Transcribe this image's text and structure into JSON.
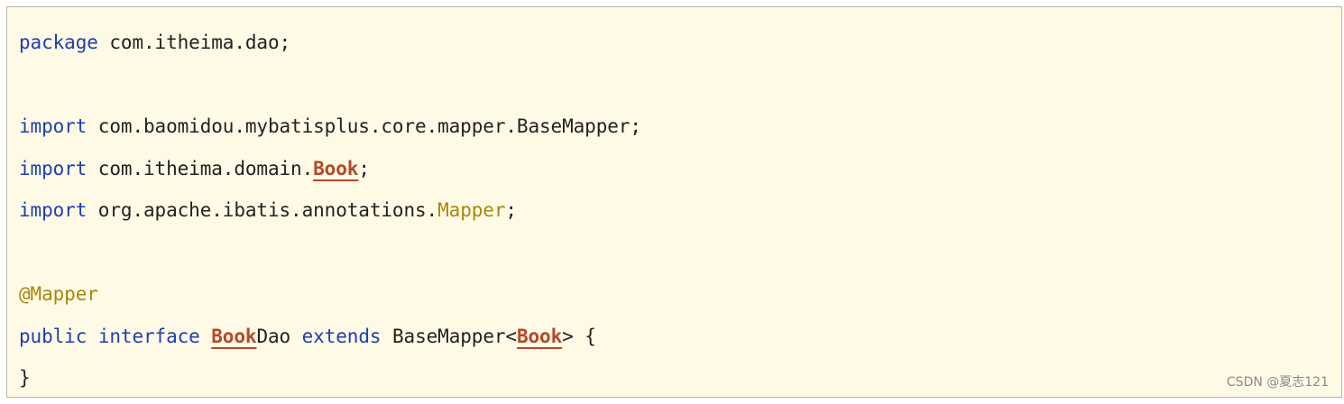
{
  "code_lines": [
    [
      {
        "t": "package",
        "c": "kw"
      },
      {
        "t": " com.itheima.dao;",
        "c": "plain"
      }
    ],
    [],
    [
      {
        "t": "import",
        "c": "kw"
      },
      {
        "t": " com.baomidou.mybatisplus.core.mapper.BaseMapper;",
        "c": "plain"
      }
    ],
    [
      {
        "t": "import",
        "c": "kw"
      },
      {
        "t": " com.itheima.domain.",
        "c": "plain"
      },
      {
        "t": "Book",
        "c": "cls"
      },
      {
        "t": ";",
        "c": "plain"
      }
    ],
    [
      {
        "t": "import",
        "c": "kw"
      },
      {
        "t": " org.apache.ibatis.annotations.",
        "c": "plain"
      },
      {
        "t": "Mapper",
        "c": "ann"
      },
      {
        "t": ";",
        "c": "plain"
      }
    ],
    [],
    [
      {
        "t": "@Mapper",
        "c": "ann"
      }
    ],
    [
      {
        "t": "public",
        "c": "kw"
      },
      {
        "t": " ",
        "c": "plain"
      },
      {
        "t": "interface",
        "c": "kw"
      },
      {
        "t": " ",
        "c": "plain"
      },
      {
        "t": "Book",
        "c": "cls"
      },
      {
        "t": "Dao ",
        "c": "plain"
      },
      {
        "t": "extends",
        "c": "kw"
      },
      {
        "t": " BaseMapper<",
        "c": "plain"
      },
      {
        "t": "Book",
        "c": "cls"
      },
      {
        "t": "> {",
        "c": "plain"
      }
    ],
    [
      {
        "t": "}",
        "c": "plain"
      }
    ]
  ],
  "watermark": "CSDN @夏志121",
  "colors": {
    "background": "#fefae6",
    "keyword": "#1e3fb0",
    "annotation": "#a8860d",
    "class_ref": "#b5482a"
  }
}
